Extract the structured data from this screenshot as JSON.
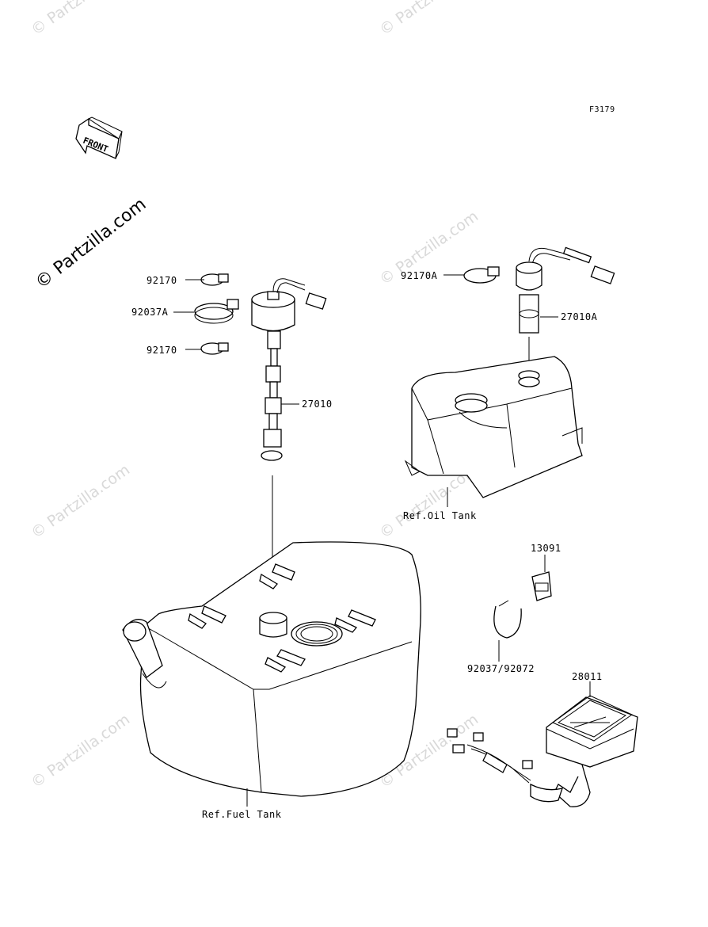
{
  "diagram_code": "F3179",
  "front_label": "FRONT",
  "main_watermark": "© Partzilla.com",
  "watermark_text": "© Partzilla.com",
  "labels": {
    "p92170_top": "92170",
    "p92037A": "92037A",
    "p92170_bot": "92170",
    "p27010": "27010",
    "p92170A": "92170A",
    "p27010A": "27010A",
    "ref_oil": "Ref.Oil Tank",
    "p13091": "13091",
    "p92037_92072": "92037/92072",
    "p28011": "28011",
    "ref_fuel": "Ref.Fuel Tank"
  }
}
